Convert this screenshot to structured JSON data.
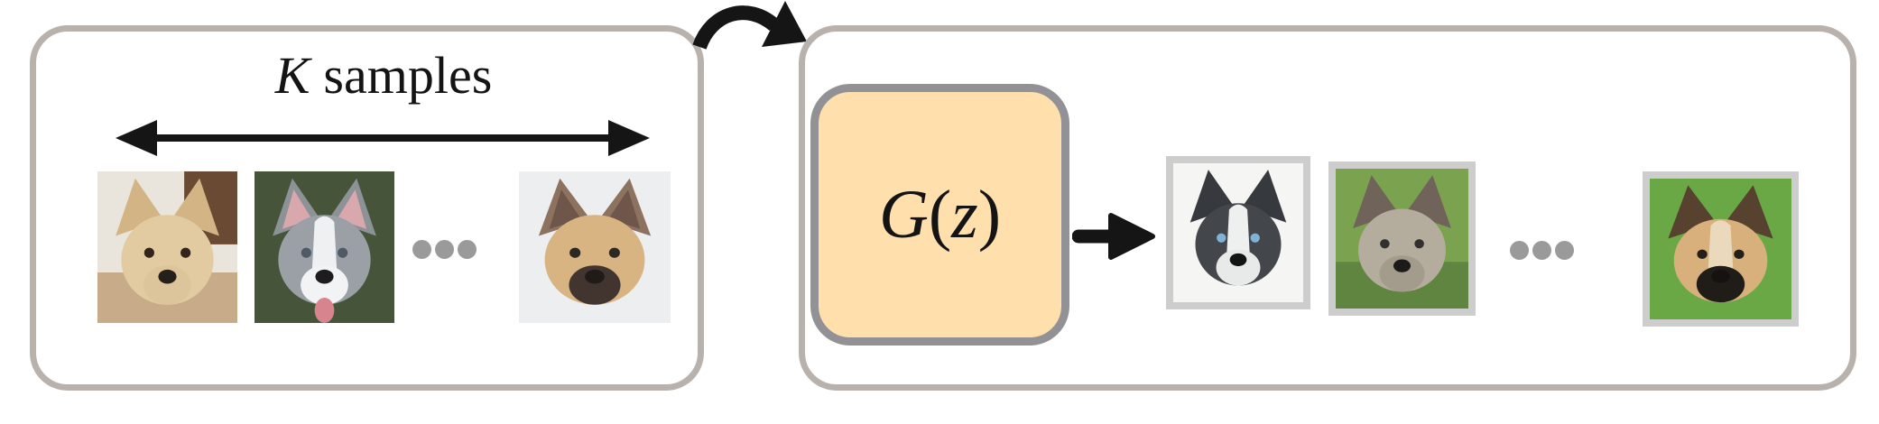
{
  "figure_type": "few-shot GAN training diagram",
  "theme": {
    "panel_border": "#b9b2ac",
    "generator_fill": "#ffe0ad",
    "generator_border": "#929296",
    "arrow_color": "#151515",
    "dot_color": "#9a9a9a",
    "frame_border": "#cdcdcd",
    "background": "#ffffff",
    "text_color": "#141414"
  },
  "left_panel": {
    "label_k": "K",
    "label_samples": "samples",
    "images": [
      {
        "alt": "cream labrador puppy photo",
        "palette": {
          "bg": "#e9e4dc",
          "corner": "#6b4a33",
          "ground": "#c8ac8a",
          "ear": "#d3b585",
          "head": "#e2cba0",
          "muzzle": "#dcc49b",
          "eye": "#33241c",
          "nose": "#26201b"
        }
      },
      {
        "alt": "siberian husky photo",
        "palette": {
          "bg": "#46543a",
          "ear": "#8d9297",
          "earInner": "#d8a8ad",
          "head": "#9aa0a6",
          "blaze": "#eef0f1",
          "muzzle": "#f2f3f4",
          "tongue": "#d7848e",
          "eye": "#4f5a64",
          "nose": "#1d1d1f"
        }
      },
      {
        "alt": "french bulldog photo",
        "palette": {
          "bg": "#eceef0",
          "ear": "#8d7260",
          "earInner": "#6e564a",
          "head": "#d8b483",
          "muzzle": "#423530",
          "eye": "#2c2824",
          "nose": "#211b18"
        }
      }
    ]
  },
  "right_panel": {
    "generator": {
      "g": "G",
      "open": "(",
      "z": "z",
      "close": ")"
    },
    "images": [
      {
        "alt": "generated border collie image",
        "palette": {
          "bg": "#f5f5f3",
          "ear": "#36393d",
          "head": "#43474c",
          "blaze": "#eef0f0",
          "muzzle": "#e8e9e9",
          "eye": "#7fb3d5",
          "nose": "#141416"
        }
      },
      {
        "alt": "generated gray shepherd dog image",
        "palette": {
          "bg": "#7ba24f",
          "ground": "#5f8540",
          "ear": "#70635a",
          "head": "#b4ad9e",
          "muzzle": "#a39b8b",
          "eye": "#32312f",
          "nose": "#1c1b19"
        }
      },
      {
        "alt": "generated akita puppy image",
        "palette": {
          "bg": "#69a845",
          "ear": "#57422f",
          "head": "#d8b07c",
          "blaze": "#ead9bd",
          "muzzle": "#201c18",
          "eye": "#241f1b",
          "nose": "#15120f"
        }
      }
    ]
  }
}
